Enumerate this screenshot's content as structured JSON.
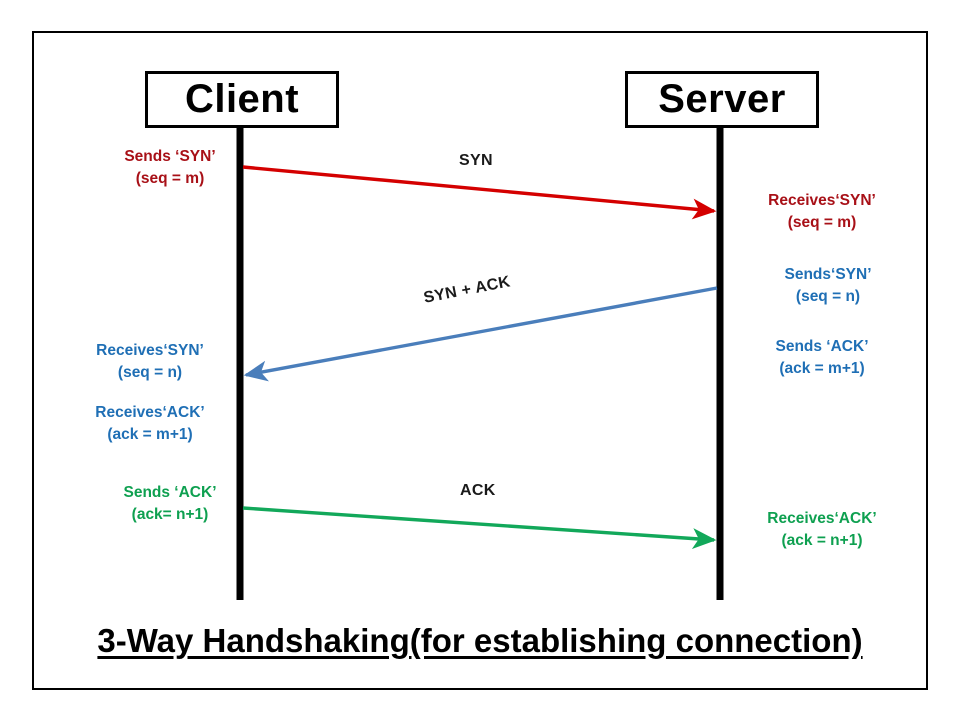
{
  "diagram": {
    "title": "3-Way Handshaking(for establishing connection)",
    "nodes": {
      "client": "Client",
      "server": "Server"
    },
    "colors": {
      "red_line": "#D40000",
      "red_text": "#A81017",
      "blue_line": "#4A7EBB",
      "blue_text": "#1F6FB5",
      "green_line": "#12A85A",
      "green_text": "#0EA050",
      "frame": "#000000",
      "lifeline": "#000000"
    },
    "messages": [
      {
        "id": "syn",
        "label": "SYN",
        "direction": "client-to-server",
        "color": "#D40000",
        "sender_note": [
          "Sends ‘SYN’",
          "(seq = m)"
        ],
        "receiver_note": [
          "Receives‘SYN’",
          "(seq = m)"
        ]
      },
      {
        "id": "syn-ack",
        "label": "SYN + ACK",
        "direction": "server-to-client",
        "color": "#4A7EBB",
        "sender_note": [
          "Sends‘SYN’",
          "(seq = n)",
          "Sends ‘ACK’",
          "(ack = m+1)"
        ],
        "receiver_note": [
          "Receives‘SYN’",
          "(seq = n)",
          "Receives‘ACK’",
          "(ack = m+1)"
        ]
      },
      {
        "id": "ack",
        "label": "ACK",
        "direction": "client-to-server",
        "color": "#12A85A",
        "sender_note": [
          "Sends ‘ACK’",
          "(ack= n+1)"
        ],
        "receiver_note": [
          "Receives‘ACK’",
          "(ack = n+1)"
        ]
      }
    ],
    "notes": {
      "client_send_syn_l1": "Sends ‘SYN’",
      "client_send_syn_l2": "(seq = m)",
      "client_recv_syn_l1": "Receives‘SYN’",
      "client_recv_syn_l2": "(seq = n)",
      "client_recv_ack_l1": "Receives‘ACK’",
      "client_recv_ack_l2": "(ack = m+1)",
      "client_send_ack_l1": "Sends ‘ACK’",
      "client_send_ack_l2": "(ack= n+1)",
      "server_recv_syn_l1": "Receives‘SYN’",
      "server_recv_syn_l2": "(seq = m)",
      "server_send_syn_l1": "Sends‘SYN’",
      "server_send_syn_l2": "(seq = n)",
      "server_send_ack_l1": "Sends ‘ACK’",
      "server_send_ack_l2": "(ack = m+1)",
      "server_recv_ack_l1": "Receives‘ACK’",
      "server_recv_ack_l2": "(ack = n+1)"
    },
    "wire_labels": {
      "syn": "SYN",
      "syn_ack": "SYN + ACK",
      "ack": "ACK"
    }
  }
}
